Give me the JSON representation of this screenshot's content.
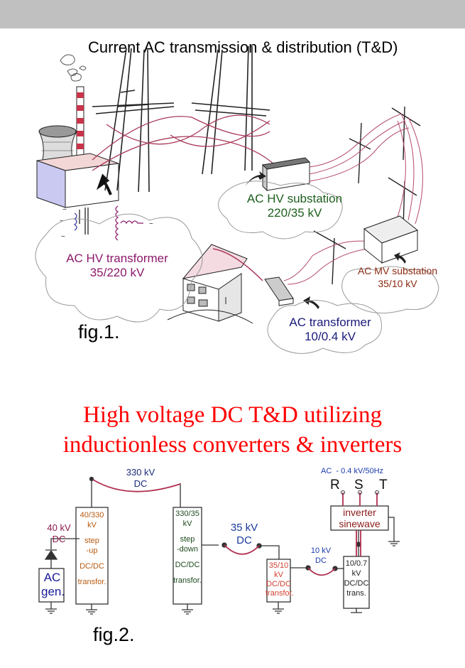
{
  "window": {
    "top_bar": ""
  },
  "figure1": {
    "title": "Current AC transmission & distribution (T&D)",
    "caption": "fig.1.",
    "labels": {
      "hv_transformer": {
        "line1": "AC HV transformer",
        "line2": "35/220 kV",
        "color": "#8b1a6b"
      },
      "hv_substation": {
        "line1": "AC HV substation",
        "line2": "220/35 kV",
        "color": "#1d5e1d"
      },
      "mv_substation": {
        "line1": "AC MV substation",
        "line2": "35/10 kV",
        "color": "#8b2a10"
      },
      "transformer": {
        "line1": "AC transformer",
        "line2": "10/0.4 kV",
        "color": "#1a1a7a"
      }
    }
  },
  "figure2": {
    "title_line1": "High voltage DC T&D utilizing",
    "title_line2": "inductionless converters & inverters",
    "caption": "fig.2.",
    "generator": {
      "line1": "AC",
      "line2": "gen."
    },
    "links": {
      "gen_out": {
        "line1": "40 kV",
        "line2": "DC"
      },
      "hv_line": {
        "line1": "330 kV",
        "line2": "DC"
      },
      "mv_line": {
        "line1": "35 kV",
        "line2": "DC"
      },
      "lv_line": {
        "line1": "10 kV",
        "line2": "DC"
      }
    },
    "step_up": {
      "ratio": "40/330",
      "unit": "kV",
      "type1": "step",
      "type2": "-up",
      "kind": "DC/DC",
      "desc": "transfor."
    },
    "step_down": {
      "ratio": "330/35",
      "unit": "kV",
      "type1": "step",
      "type2": "-down",
      "kind": "DC/DC",
      "desc": "transfor."
    },
    "mv_converter": {
      "ratio": "35/10",
      "unit": "kV",
      "kind": "DC/DC",
      "desc": "transfor."
    },
    "lv_converter": {
      "ratio": "10/0.7",
      "unit": "kV",
      "kind": "DC/DC",
      "desc": "trans."
    },
    "inverter": {
      "line1": "inverter",
      "line2": "sinewave"
    },
    "output": {
      "spec": "AC  - 0.4 kV/50Hz",
      "phases": [
        "R",
        "S",
        "T"
      ]
    }
  }
}
